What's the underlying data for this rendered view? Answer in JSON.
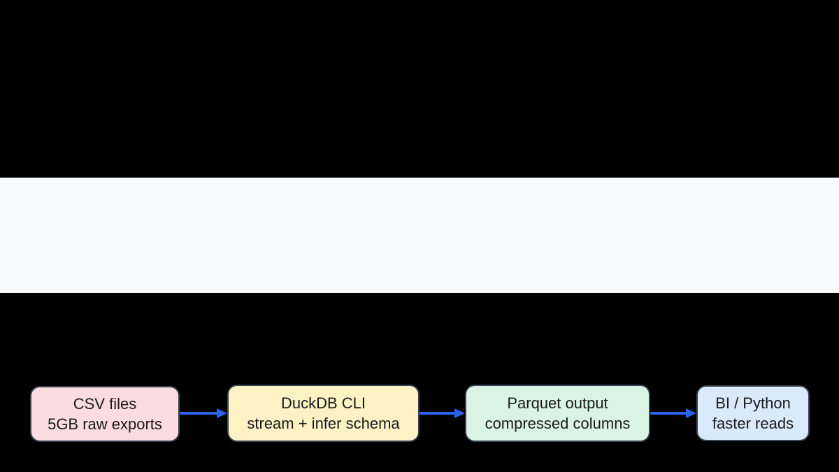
{
  "canvas": {
    "background_color": "#000000",
    "band_background_color": "#f8f9fb"
  },
  "diagram": {
    "type": "flowchart",
    "direction": "left-to-right",
    "arrow_color": "#2b64ec",
    "node_border_color": "#38424e",
    "text_color": "#1a1a1a",
    "nodes": [
      {
        "id": "csv",
        "line1": "CSV files",
        "line2": "5GB raw exports",
        "fill": "#fbdce0"
      },
      {
        "id": "duckdb",
        "line1": "DuckDB CLI",
        "line2": "stream + infer schema",
        "fill": "#fcf2c5"
      },
      {
        "id": "parquet",
        "line1": "Parquet output",
        "line2": "compressed columns",
        "fill": "#d9f4e4"
      },
      {
        "id": "bi",
        "line1": "BI / Python",
        "line2": "faster reads",
        "fill": "#dbe9fc"
      }
    ],
    "edges": [
      {
        "from": "csv",
        "to": "duckdb"
      },
      {
        "from": "duckdb",
        "to": "parquet"
      },
      {
        "from": "parquet",
        "to": "bi"
      }
    ]
  }
}
